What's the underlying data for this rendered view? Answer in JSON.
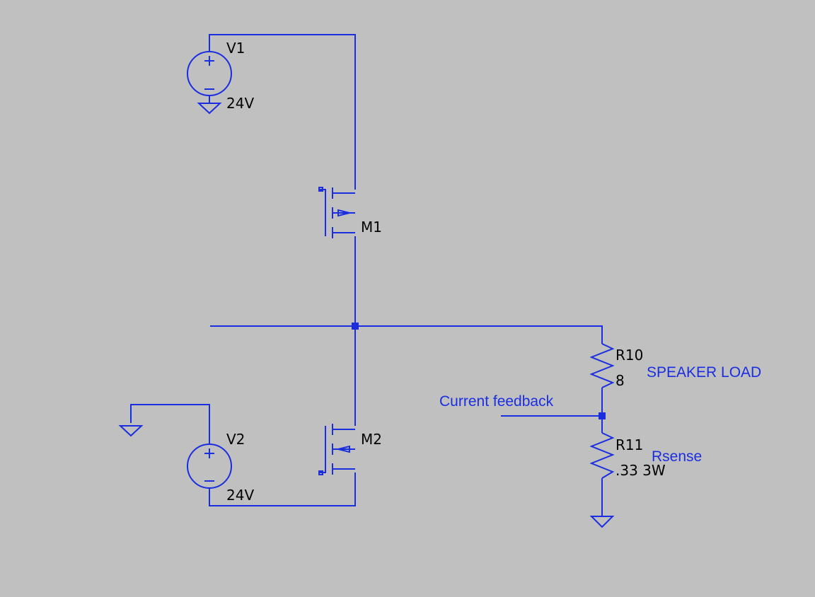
{
  "components": {
    "v1": {
      "name": "V1",
      "value": "24V"
    },
    "v2": {
      "name": "V2",
      "value": "24V"
    },
    "m1": {
      "name": "M1"
    },
    "m2": {
      "name": "M2"
    },
    "r10": {
      "name": "R10",
      "value": "8"
    },
    "r11": {
      "name": "R11",
      "value": ".33 3W"
    }
  },
  "net_labels": {
    "speaker_load": "SPEAKER LOAD",
    "current_feedback": "Current feedback",
    "rsense": "Rsense"
  },
  "colors": {
    "background": "#c0c0c0",
    "wire": "#1a2ee0",
    "component_text": "#000000",
    "annotation_text": "#1a2ee0"
  }
}
